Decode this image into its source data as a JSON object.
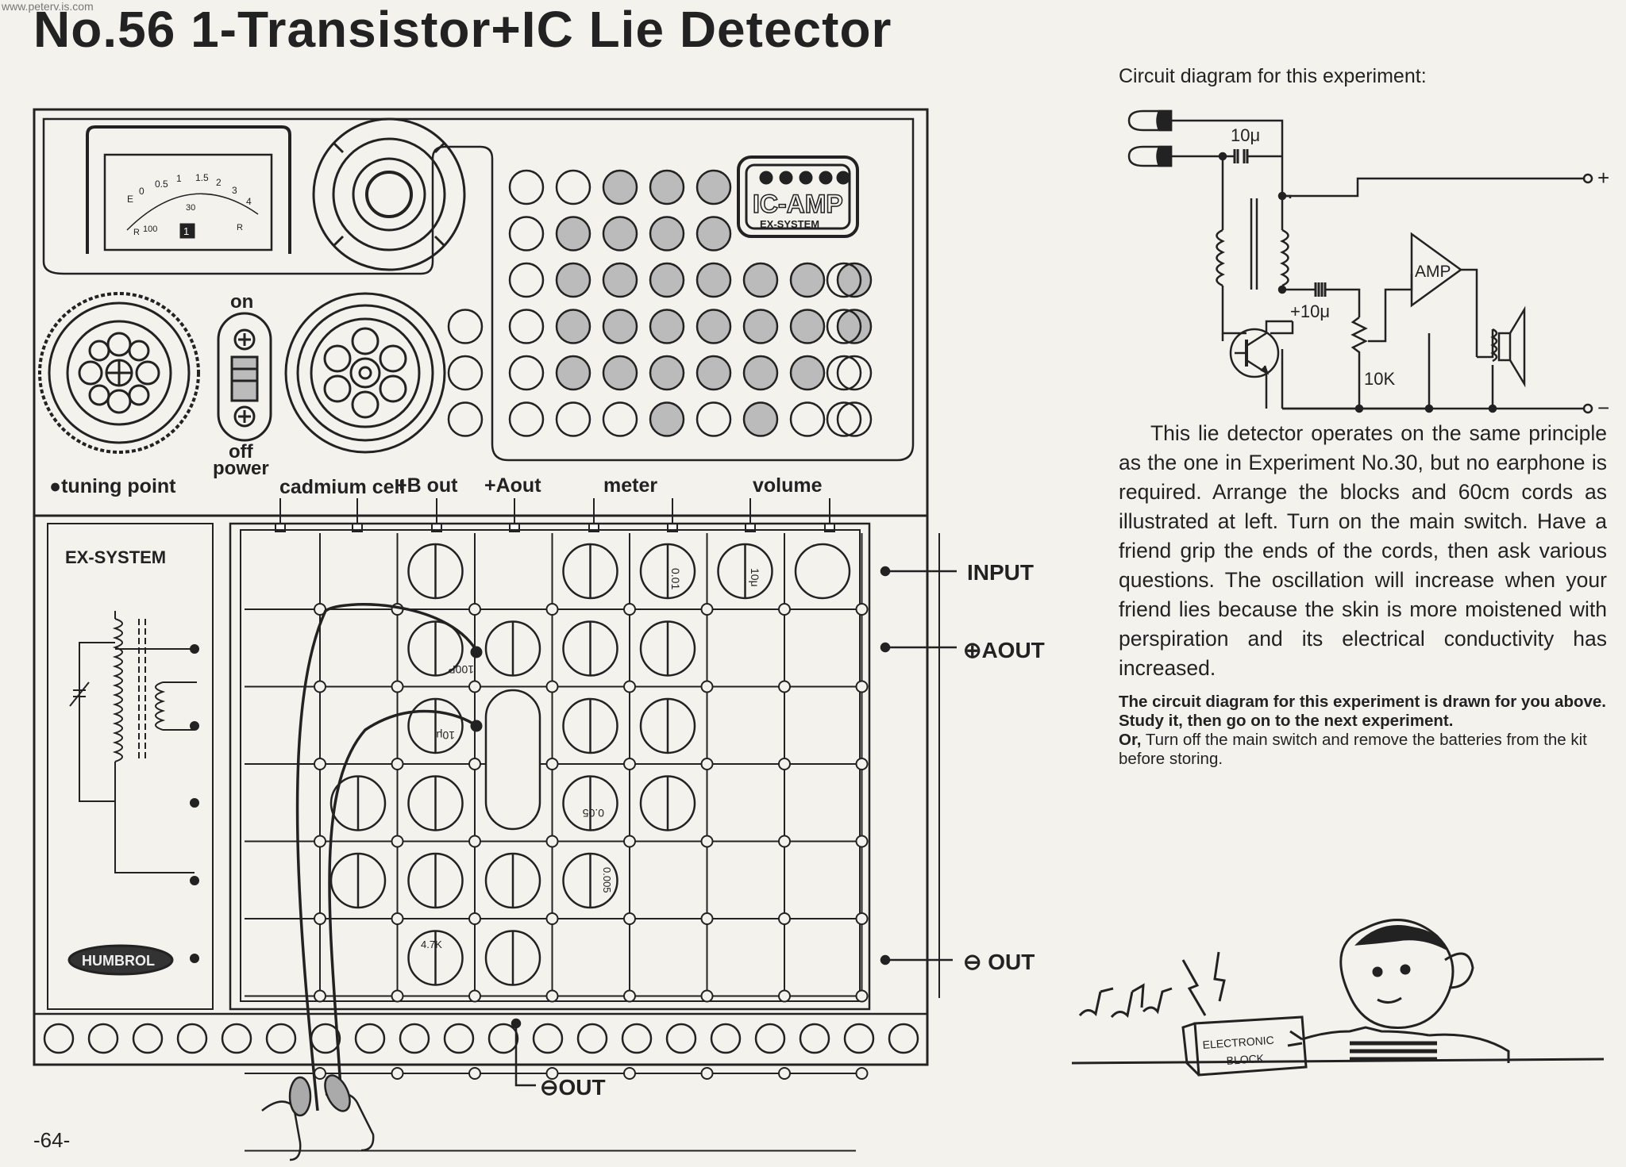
{
  "watermark": "www.peterv.is.com",
  "title": "No.56   1-Transistor+IC Lie Detector",
  "page_number": "-64-",
  "board": {
    "meter_scale": [
      "0",
      "0.5",
      "1",
      "1.5",
      "2",
      "3",
      "4",
      "E",
      "R",
      "30",
      "100",
      "1",
      "R"
    ],
    "ic_amp_label": "IC-AMP",
    "ic_amp_sub": "EX-SYSTEM",
    "switch_on": "on",
    "switch_off": "off",
    "power_label": "power",
    "tuning_point": "●tuning point",
    "terminals": [
      "cadmium cell",
      "+B out",
      "+Aout",
      "meter",
      "volume"
    ],
    "ex_system": "EX-SYSTEM",
    "brand": "HUMBROL",
    "component_values": [
      "10μ",
      "10μ",
      "100P",
      "0.01",
      "0.05",
      "0.005",
      "4.7K"
    ]
  },
  "callouts": {
    "input": "INPUT",
    "aout": "⊕AOUT",
    "out_right": "⊖ OUT",
    "out_bottom": "⊖OUT"
  },
  "schematic": {
    "caption": "Circuit diagram for this experiment:",
    "cap1": "10μ",
    "cap2": "+10μ",
    "resistor": "10K",
    "amp": "AMP",
    "plus": "+",
    "minus": "−"
  },
  "body": "This lie detector operates on the same principle as the one in Experiment No.30, but no earphone is required. Arrange the blocks and 60cm cords as illustrated at left. Turn on the main switch. Have a friend grip the ends of the cords, then ask various questions. The oscillation will increase when your friend lies because the skin is more moistened with perspiration and its electrical conductivity has increased.",
  "note_line1": "The circuit diagram for this experiment is drawn for you above. Study it, then go on to the next experiment.",
  "note_or": "Or,",
  "note_line2": " Turn off the main switch and remove the batteries from the kit before storing.",
  "cartoon": {
    "block_label_1": "ELECTRONIC",
    "block_label_2": "BLOCK"
  }
}
